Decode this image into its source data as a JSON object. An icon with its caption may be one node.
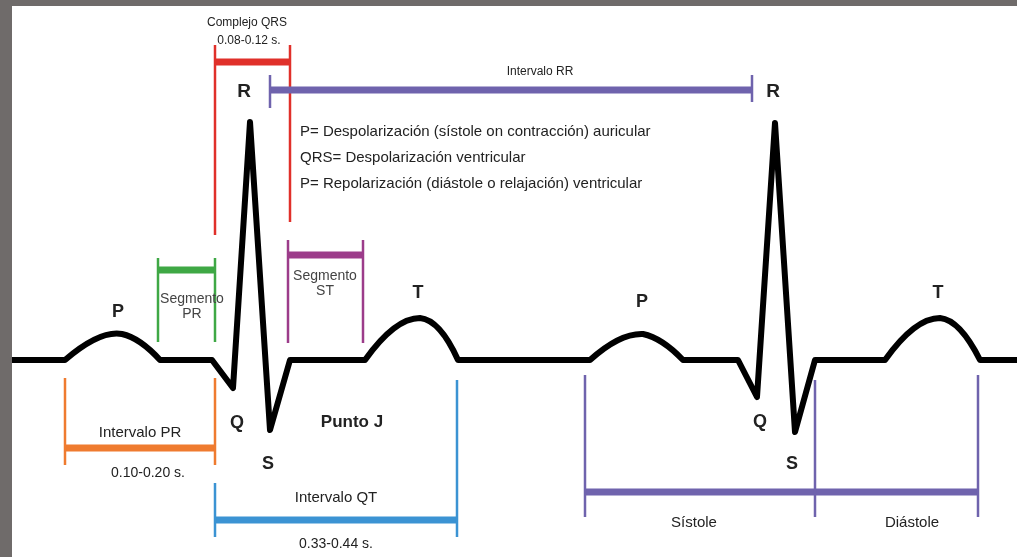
{
  "diagram": {
    "labels": [
      "Complejo QRS",
      "0.08-0.12 s.",
      "Intervalo RR",
      "R",
      "R",
      "P= Despolarización (sístole on contracción) auricular",
      "QRS= Despolarización ventricular",
      "P= Repolarización (diástole o relajación) ventricular",
      "Segmento ST",
      "T",
      "Segmento PR",
      "P",
      "T",
      "P",
      "Q",
      "Punto J",
      "Intervalo PR",
      "Q",
      "S",
      "S",
      "0.10-0.20 s.",
      "Intervalo QT",
      "Sístole",
      "Diástole",
      "0.33-0.44 s."
    ]
  }
}
